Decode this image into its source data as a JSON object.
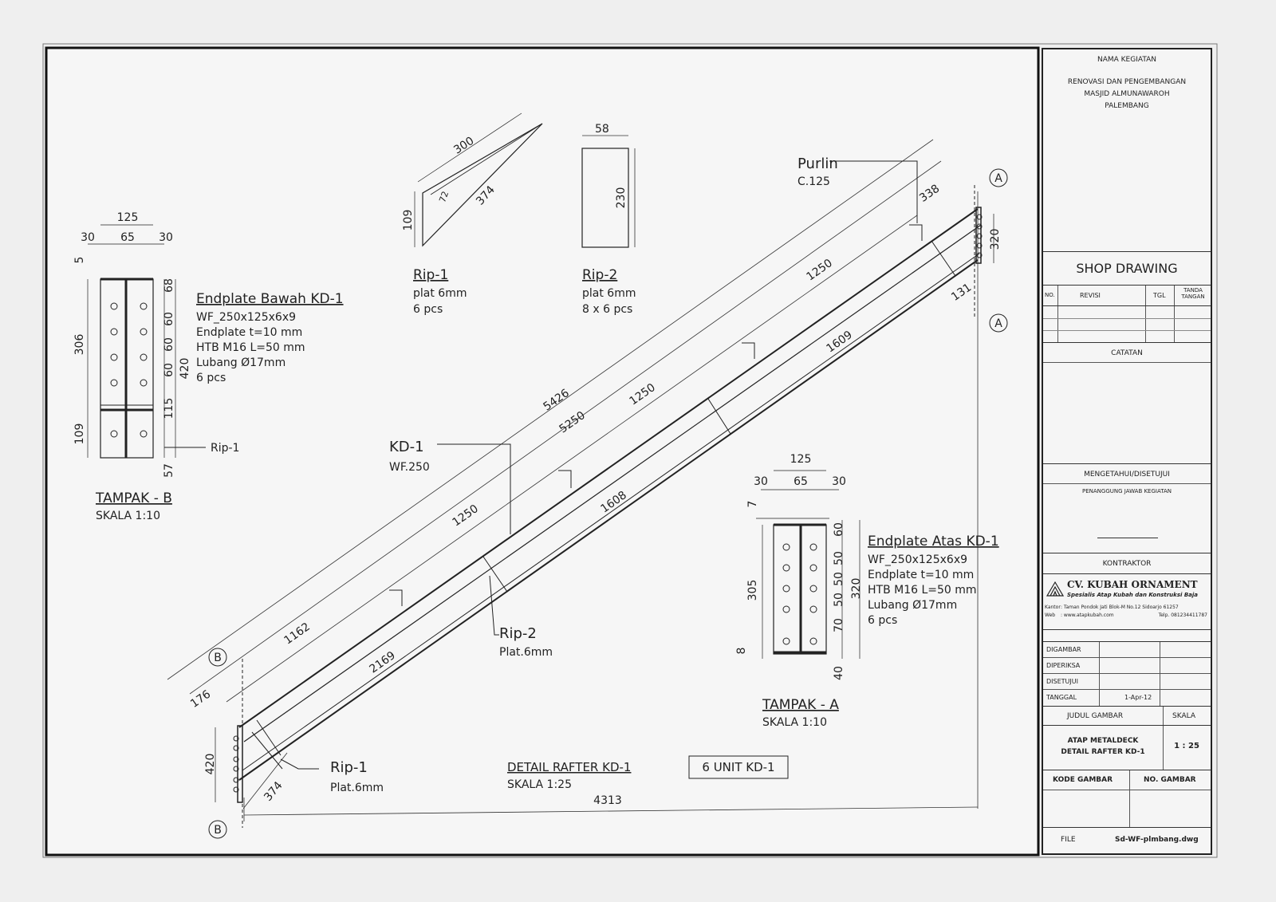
{
  "drawing": {
    "main_title": "DETAIL RAFTER KD-1",
    "main_scale": "SKALA 1:25",
    "unit_box": "6 UNIT KD-1",
    "labels": {
      "purlin": "Purlin",
      "purlin_sub": "C.125",
      "kd1": "KD-1",
      "kd1_sub": "WF.250",
      "rip2": "Rip-2",
      "rip2_sub": "Plat.6mm",
      "rip1": "Rip-1",
      "rip1_sub": "Plat.6mm",
      "rip1_small": "Rip-1",
      "sec_a": "A",
      "sec_b": "B"
    },
    "dims": {
      "d5426": "5426",
      "d5250": "5250",
      "d1250a": "1250",
      "d1250b": "1250",
      "d1250c": "1250",
      "d1162": "1162",
      "d1609": "1609",
      "d1608": "1608",
      "d2169": "2169",
      "d338": "338",
      "d131": "131",
      "d320": "320",
      "d176": "176",
      "d420": "420",
      "d374": "374",
      "d4313": "4313"
    },
    "rip1_detail": {
      "title": "Rip-1",
      "line1": "plat 6mm",
      "line2": "6 pcs",
      "d300": "300",
      "d374": "374",
      "d72": "72",
      "d109": "109"
    },
    "rip2_detail": {
      "title": "Rip-2",
      "line1": "plat 6mm",
      "line2": "8 x 6 pcs",
      "d58": "58",
      "d230": "230"
    },
    "tampak_b": {
      "title": "TAMPAK - B",
      "scale": "SKALA 1:10",
      "note_title": "Endplate Bawah KD-1",
      "note_lines": [
        "WF_250x125x6x9",
        "Endplate t=10 mm",
        "HTB M16 L=50 mm",
        "Lubang Ø17mm",
        "6 pcs"
      ],
      "dims": {
        "w125": "125",
        "w30a": "30",
        "w65": "65",
        "w30b": "30",
        "d5": "5",
        "d306": "306",
        "d109": "109",
        "d68": "68",
        "d60a": "60",
        "d60b": "60",
        "d60c": "60",
        "d115": "115",
        "d420": "420",
        "d57": "57"
      }
    },
    "tampak_a": {
      "title": "TAMPAK - A",
      "scale": "SKALA 1:10",
      "note_title": "Endplate Atas KD-1",
      "note_lines": [
        "WF_250x125x6x9",
        "Endplate t=10 mm",
        "HTB M16 L=50 mm",
        "Lubang Ø17mm",
        "6 pcs"
      ],
      "dims": {
        "w125": "125",
        "w30a": "30",
        "w65": "65",
        "w30b": "30",
        "d7": "7",
        "d305": "305",
        "d8": "8",
        "d60": "60",
        "d50a": "50",
        "d50b": "50",
        "d50c": "50",
        "d70": "70",
        "d40": "40",
        "d320": "320"
      }
    }
  },
  "title_block": {
    "nama_kegiatan_label": "NAMA KEGIATAN",
    "project_lines": [
      "RENOVASI DAN PENGEMBANGAN",
      "MASJID ALMUNAWAROH",
      "PALEMBANG"
    ],
    "shop_drawing": "SHOP DRAWING",
    "revisi_headers": [
      "NO.",
      "REVISI",
      "TGL",
      "TANDA TANGAN"
    ],
    "catatan": "CATATAN",
    "mengetahui": "MENGETAHUI/DISETUJUI",
    "penanggung": "PENANGGUNG JAWAB KEGIATAN",
    "kontraktor": "KONTRAKTOR",
    "company_name": "CV. KUBAH ORNAMENT",
    "company_tagline": "Spesialis Atap Kubah dan Konstruksi Baja",
    "kantor_label": "Kantor",
    "kantor_value": ": Taman Pondok Jati Blok-M No.12 Sidoarjo 61257",
    "web_label": "Web",
    "web_value": ": www.atapkubah.com",
    "telp": "Telp. 081234411787",
    "digambar": "DIGAMBAR",
    "diperiksa": "DIPERIKSA",
    "disetujui": "DISETUJUI",
    "tanggal": "TANGGAL",
    "tanggal_value": "1-Apr-12",
    "judul_gambar": "JUDUL GAMBAR",
    "skala": "SKALA",
    "judul_lines": [
      "ATAP METALDECK",
      "DETAIL RAFTER KD-1"
    ],
    "skala_value": "1 : 25",
    "kode_gambar": "KODE GAMBAR",
    "no_gambar": "NO. GAMBAR",
    "file_label": "FILE",
    "file_value": "Sd-WF-plmbang.dwg"
  }
}
